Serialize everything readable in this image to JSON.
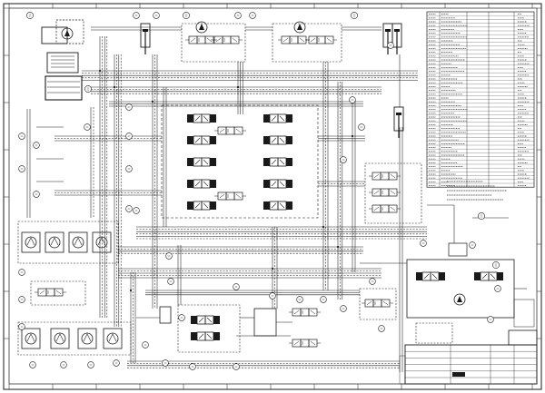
{
  "sheet": {
    "title": "",
    "drawing_number": ""
  },
  "parts_list": {
    "rows": 46,
    "columns": 5
  },
  "title_block": {
    "rows": 6
  },
  "colors": {
    "line": "#1a1a1a",
    "paper": "#ffffff"
  }
}
